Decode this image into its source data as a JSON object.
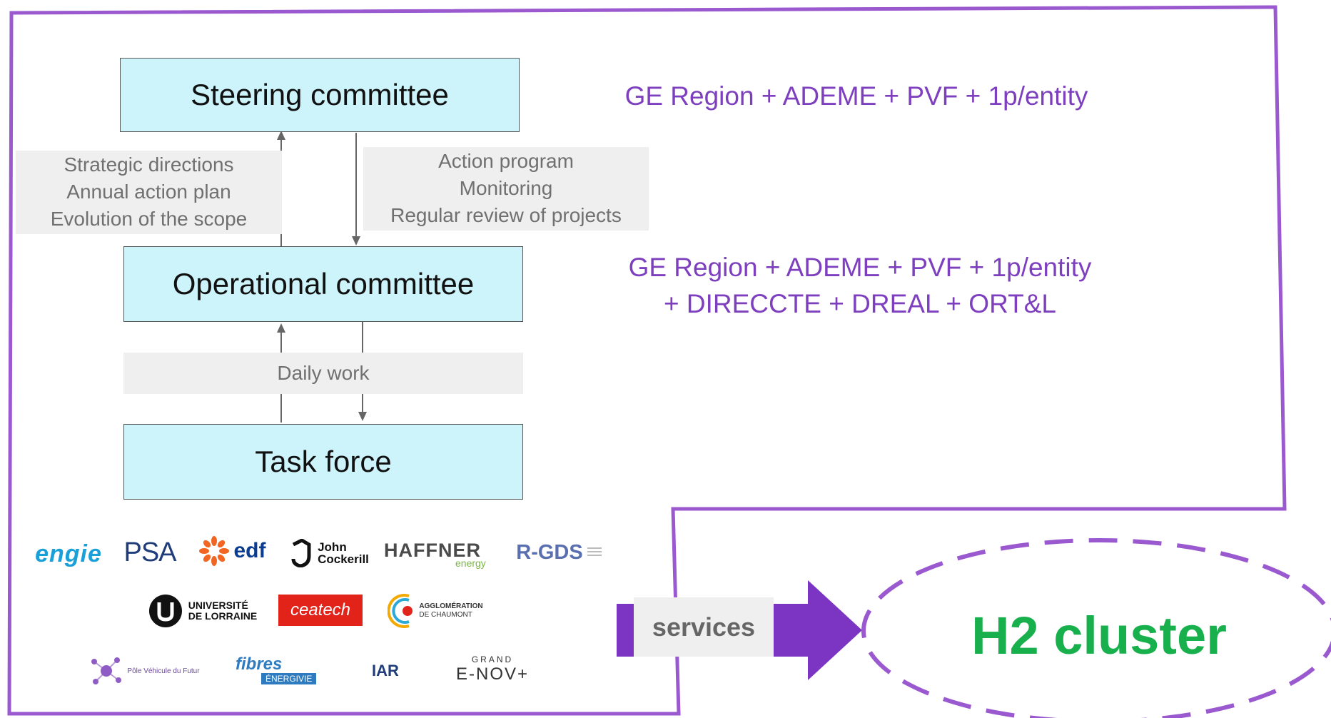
{
  "boxes": {
    "steering": "Steering committee",
    "operational": "Operational committee",
    "task_force": "Task force"
  },
  "flows": {
    "up_lines": [
      "Strategic directions",
      "Annual action plan",
      "Evolution of the scope"
    ],
    "down_lines": [
      "Action program",
      "Monitoring",
      "Regular review of projects"
    ],
    "daily_work": "Daily work"
  },
  "members": {
    "steering": [
      "GE Region + ADEME + PVF + 1p/entity"
    ],
    "operational": [
      "GE Region + ADEME + PVF + 1p/entity",
      "+ DIRECCTE + DREAL + ORT&L"
    ]
  },
  "logos": {
    "engie": "ENGIE",
    "psa": "PSA",
    "edf": "EDF",
    "john_cockerill": [
      "John",
      "Cockerill"
    ],
    "haffner": "HAFFNER",
    "haffner_sub": "energy",
    "rgds": "R-GDS",
    "universite": [
      "UNIVERSITÉ",
      "DE LORRAINE"
    ],
    "ceatech": "ceatech",
    "agglomeration": [
      "AGGLOMÉRATION",
      "DE CHAUMONT"
    ],
    "pole_vehicule": "Pôle Véhicule du Futur",
    "fibres": "fibres",
    "fibres_sub": "ÉNERGIVIE",
    "iar": "IAR",
    "grand_enov": [
      "GRAND",
      "E-NOV+"
    ]
  },
  "services": "services",
  "cluster": "H2 cluster",
  "colors": {
    "frame": "#9b59d0",
    "box_fill": "#cdf4fa",
    "member_text": "#7e3fbf",
    "arrow": "#7b35c2",
    "cluster_text": "#18b04c",
    "ellipse": "#9b59d0"
  }
}
